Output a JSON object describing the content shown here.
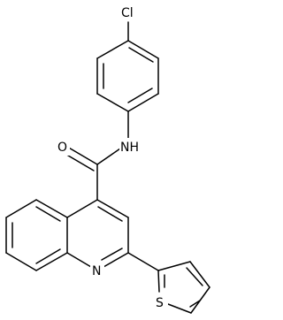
{
  "molecule": {
    "atoms": {
      "chlorine": "Cl",
      "amide_nitrogen": "NH",
      "carbonyl_oxygen": "O",
      "quinoline_nitrogen": "N",
      "thiophene_sulfur": "S"
    }
  }
}
